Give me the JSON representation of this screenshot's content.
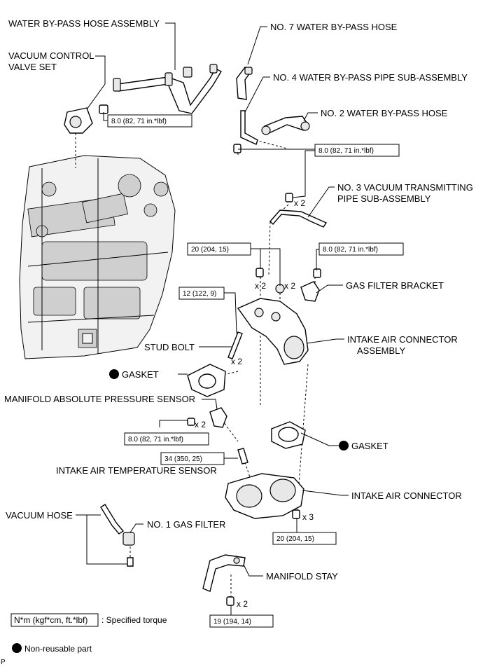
{
  "labels": {
    "water_bypass_hose_assembly": "WATER BY-PASS HOSE ASSEMBLY",
    "vacuum_control_valve_set_1": "VACUUM CONTROL",
    "vacuum_control_valve_set_2": "VALVE SET",
    "no7_water_bypass_hose": "NO. 7 WATER BY-PASS HOSE",
    "no4_water_bypass_pipe": "NO. 4 WATER BY-PASS PIPE SUB-ASSEMBLY",
    "no2_water_bypass_hose": "NO. 2 WATER BY-PASS HOSE",
    "no3_vacuum_pipe_1": "NO. 3 VACUUM TRANSMITTING",
    "no3_vacuum_pipe_2": "PIPE SUB-ASSEMBLY",
    "gas_filter_bracket": "GAS FILTER BRACKET",
    "intake_air_connector_assembly_1": "INTAKE AIR CONNECTOR",
    "intake_air_connector_assembly_2": "ASSEMBLY",
    "stud_bolt": "STUD BOLT",
    "gasket_upper": "GASKET",
    "map_sensor": "MANIFOLD ABSOLUTE PRESSURE SENSOR",
    "gasket_lower": "GASKET",
    "intake_air_temp_sensor": "INTAKE AIR TEMPERATURE SENSOR",
    "intake_air_connector": "INTAKE AIR CONNECTOR",
    "vacuum_hose": "VACUUM HOSE",
    "no1_gas_filter": "NO. 1 GAS FILTER",
    "manifold_stay": "MANIFOLD STAY"
  },
  "torques": {
    "t_vcv": "8.0 (82, 71 in.*lbf)",
    "t_no4_pipe": "8.0 (82, 71 in.*lbf)",
    "t_intake_bolts": "20 (204, 15)",
    "t_gas_filter_bracket": "8.0 (82, 71 in.*lbf)",
    "t_stud": "12 (122,  9)",
    "t_map": "8.0 (82, 71 in.*lbf)",
    "t_iat": "34 (350, 25)",
    "t_connector": "20 (204, 15)",
    "t_stay": "19 (194, 14)"
  },
  "quantities": {
    "q_vacuum_pipe": "x 2",
    "q_bolt_left": "x 2",
    "q_bolt_right": "x 2",
    "q_stud": "x 2",
    "q_map": "x 2",
    "q_connector": "x 3",
    "q_stay": "x 2"
  },
  "legend": {
    "torque_unit": "N*m (kgf*cm, ft.*lbf)",
    "torque_desc": ": Specified torque",
    "nonreusable": "Non-reusable part"
  },
  "corner_mark": "P"
}
